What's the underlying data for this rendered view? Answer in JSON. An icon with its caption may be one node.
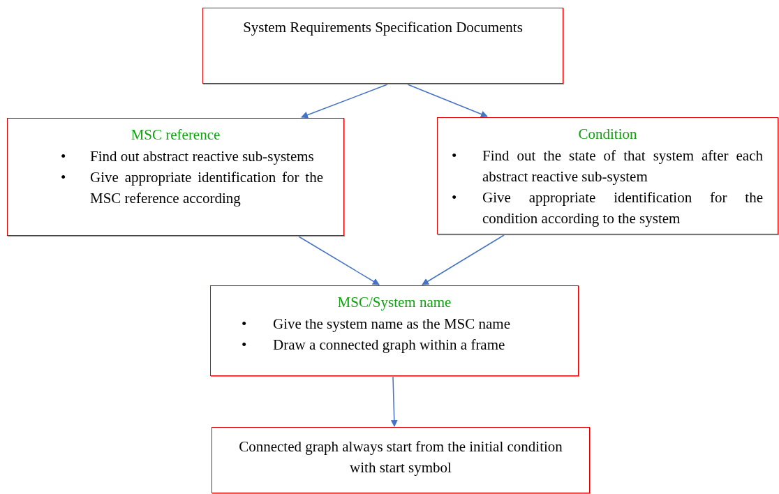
{
  "diagram": {
    "nodes": [
      {
        "text": [
          "System Requirements Specification Documents"
        ]
      },
      {
        "text": [
          "MSC reference",
          "•",
          "Find out abstract reactive sub-systems",
          "•",
          "Give appropriate identification for the MSC reference according"
        ]
      },
      {
        "text": [
          "Condition",
          "•",
          "Find out the state of that system after each abstract reactive sub-system",
          "•",
          "Give appropriate identification for the condition according to the system"
        ]
      },
      {
        "text": [
          "MSC/System name",
          "•",
          "Give the system name as the MSC name",
          "•",
          "Draw a connected graph within a frame"
        ]
      },
      {
        "text": [
          "Connected graph always start from the initial condition with start symbol"
        ]
      }
    ],
    "edges": [
      {
        "from": 0,
        "to": 1,
        "arrow": "to"
      },
      {
        "from": 0,
        "to": 2,
        "arrow": "to"
      },
      {
        "from": 1,
        "to": 3,
        "arrow": "to"
      },
      {
        "from": 2,
        "to": 3,
        "arrow": "to"
      },
      {
        "from": 3,
        "to": 4,
        "arrow": "to"
      }
    ]
  }
}
